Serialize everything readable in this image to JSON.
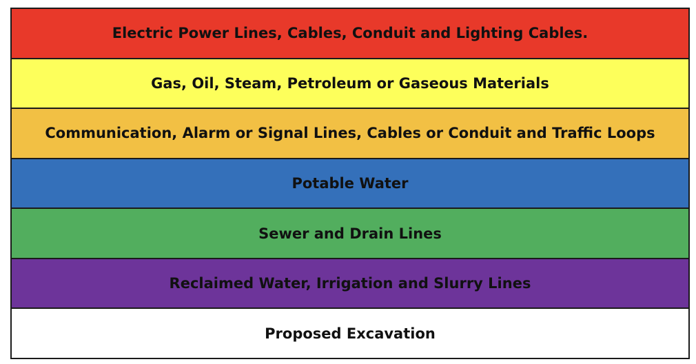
{
  "rows": [
    {
      "label": "Electric Power Lines, Cables, Conduit and Lighting Cables.",
      "color": "#e8392a"
    },
    {
      "label": "Gas, Oil, Steam, Petroleum or Gaseous Materials",
      "color": "#fdff5b"
    },
    {
      "label": "Communication, Alarm or Signal Lines, Cables or Conduit and Traffic Loops",
      "color": "#f2c044"
    },
    {
      "label": "Potable Water",
      "color": "#3470ba"
    },
    {
      "label": "Sewer and Drain Lines",
      "color": "#52ae5e"
    },
    {
      "label": "Reclaimed Water, Irrigation and Slurry Lines",
      "color": "#6d349a"
    },
    {
      "label": "Proposed Excavation",
      "color": "#ffffff"
    }
  ]
}
